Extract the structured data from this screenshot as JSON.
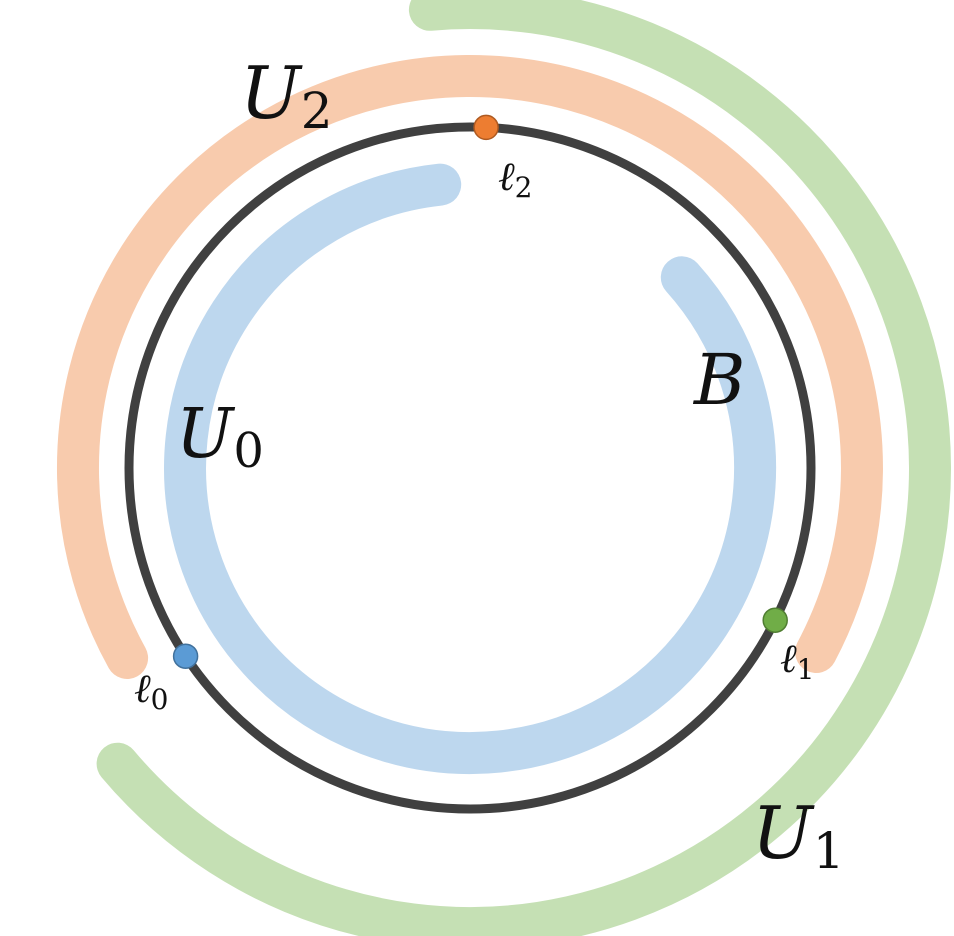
{
  "circle_label": {
    "main": "B",
    "sub": ""
  },
  "cover_sets": [
    {
      "main": "U",
      "sub": "0",
      "color": "#bdd7ee"
    },
    {
      "main": "U",
      "sub": "1",
      "color": "#c5e0b4"
    },
    {
      "main": "U",
      "sub": "2",
      "color": "#f8cbad"
    }
  ],
  "points": [
    {
      "main": "ℓ",
      "sub": "0",
      "color": "#5b9bd5"
    },
    {
      "main": "ℓ",
      "sub": "1",
      "color": "#70ad47"
    },
    {
      "main": "ℓ",
      "sub": "2",
      "color": "#ed7d31"
    }
  ],
  "colors": {
    "circle": "#404040"
  }
}
